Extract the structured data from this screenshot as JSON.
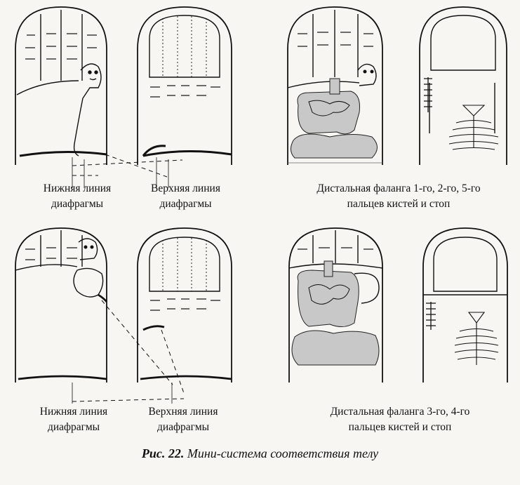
{
  "labels": {
    "top_lower": [
      "Нижняя линия",
      "диафрагмы"
    ],
    "top_upper": [
      "Верхняя линия",
      "диафрагмы"
    ],
    "top_right": [
      "Дистальная фаланга 1-го, 2-го, 5-го",
      "пальцев кистей и стоп"
    ],
    "bottom_lower": [
      "Нижняя линия",
      "диафрагмы"
    ],
    "bottom_upper": [
      "Верхняя линия",
      "диафрагмы"
    ],
    "bottom_right": [
      "Дистальная фаланга 3-го, 4-го",
      "пальцев кистей и стоп"
    ]
  },
  "caption": {
    "number": "Рис. 22.",
    "text": "Мини-система соответствия телу"
  }
}
